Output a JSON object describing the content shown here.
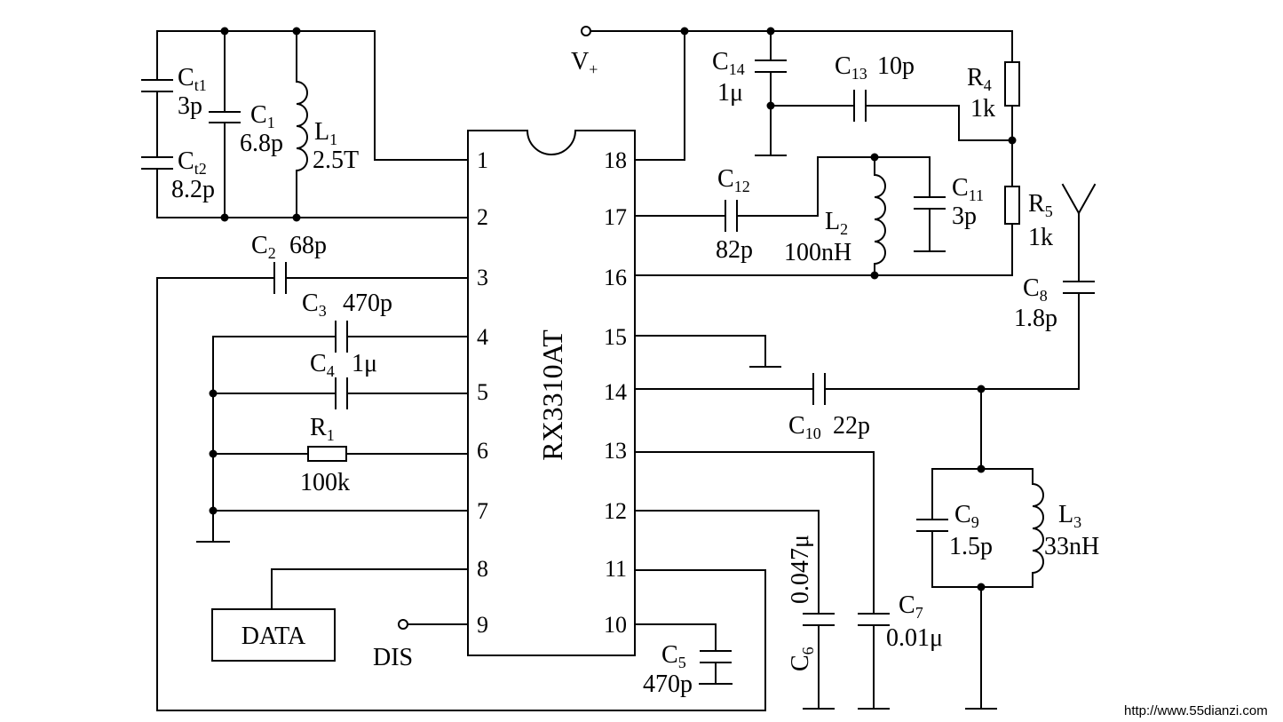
{
  "chip": {
    "name": "RX3310AT"
  },
  "pins_left": [
    "1",
    "2",
    "3",
    "4",
    "5",
    "6",
    "7",
    "8",
    "9"
  ],
  "pins_right": [
    "18",
    "17",
    "16",
    "15",
    "14",
    "13",
    "12",
    "11",
    "10"
  ],
  "components": {
    "ct1": {
      "sym": "C",
      "sub": "t1",
      "value": "3p"
    },
    "ct2": {
      "sym": "C",
      "sub": "t2",
      "value": "8.2p"
    },
    "c1": {
      "sym": "C",
      "sub": "1",
      "value": "6.8p"
    },
    "l1": {
      "sym": "L",
      "sub": "1",
      "value": "2.5T"
    },
    "c2": {
      "sym": "C",
      "sub": "2",
      "value": "68p"
    },
    "c3": {
      "sym": "C",
      "sub": "3",
      "value": "470p"
    },
    "c4": {
      "sym": "C",
      "sub": "4",
      "value": "1μ"
    },
    "r1": {
      "sym": "R",
      "sub": "1",
      "value": "100k"
    },
    "c5": {
      "sym": "C",
      "sub": "5",
      "value": "470p"
    },
    "c6": {
      "sym": "C",
      "sub": "6",
      "value": "0.047μ"
    },
    "c7": {
      "sym": "C",
      "sub": "7",
      "value": "0.01μ"
    },
    "c8": {
      "sym": "C",
      "sub": "8",
      "value": "1.8p"
    },
    "c9": {
      "sym": "C",
      "sub": "9",
      "value": "1.5p"
    },
    "l3": {
      "sym": "L",
      "sub": "3",
      "value": "33nH"
    },
    "c10": {
      "sym": "C",
      "sub": "10",
      "value": "22p"
    },
    "c11": {
      "sym": "C",
      "sub": "11",
      "value": "3p"
    },
    "c12": {
      "sym": "C",
      "sub": "12",
      "value": "82p"
    },
    "l2": {
      "sym": "L",
      "sub": "2",
      "value": "100nH"
    },
    "c13": {
      "sym": "C",
      "sub": "13",
      "value": "10p"
    },
    "c14": {
      "sym": "C",
      "sub": "14",
      "value": "1μ"
    },
    "r4": {
      "sym": "R",
      "sub": "4",
      "value": "1k"
    },
    "r5": {
      "sym": "R",
      "sub": "5",
      "value": "1k"
    }
  },
  "labels": {
    "vplus": "V",
    "vplus_sub": "+",
    "data": "DATA",
    "dis": "DIS"
  },
  "watermark": "http://www.55dianzi.com"
}
